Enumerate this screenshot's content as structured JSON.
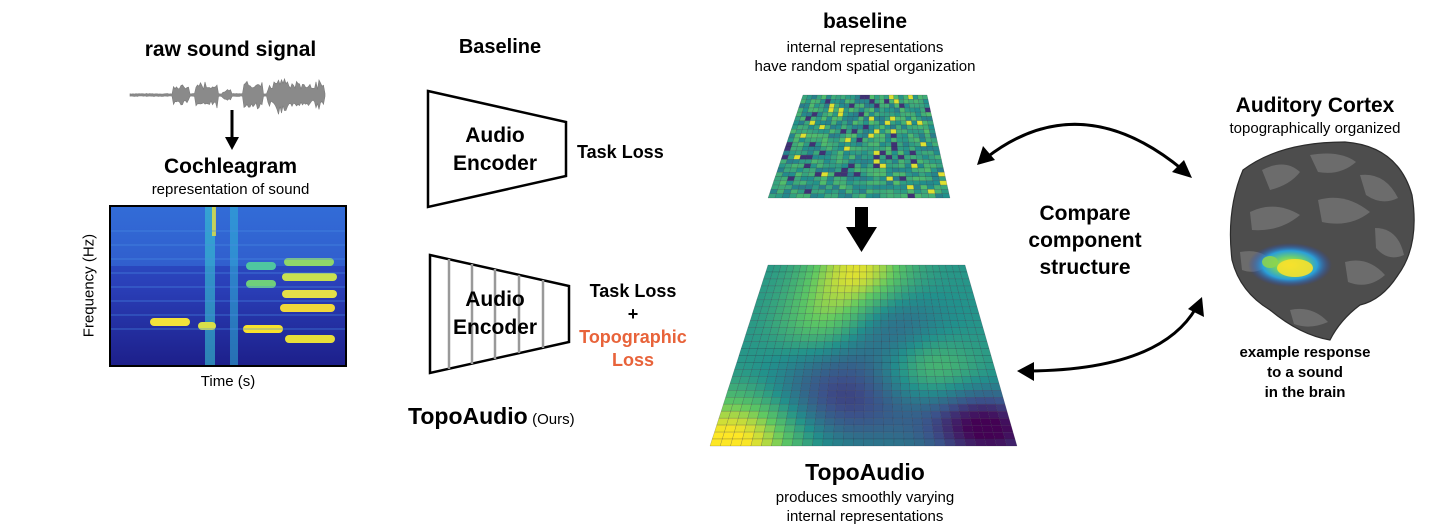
{
  "left": {
    "raw_title": "raw sound signal",
    "cochleagram_title": "Cochleagram",
    "cochleagram_sub": "representation of sound",
    "freq_label": "Frequency (Hz)",
    "time_label": "Time (s)"
  },
  "models": {
    "baseline_title": "Baseline",
    "encoder_line1": "Audio",
    "encoder_line2": "Encoder",
    "task_loss": "Task Loss",
    "task_loss_2": "Task Loss",
    "plus": "+",
    "topo_loss_line1": "Topographic",
    "topo_loss_line2": "Loss",
    "topo_name": "TopoAudio",
    "topo_ours": "(Ours)"
  },
  "maps": {
    "baseline_title": "baseline",
    "baseline_sub1": "internal representations",
    "baseline_sub2": "have random spatial organization",
    "topo_title": "TopoAudio",
    "topo_sub1": "produces smoothly varying",
    "topo_sub2": "internal representations"
  },
  "compare": {
    "line1": "Compare",
    "line2": "component",
    "line3": "structure"
  },
  "cortex": {
    "title": "Auditory Cortex",
    "sub": "topographically organized",
    "resp1": "example response",
    "resp2": "to a sound",
    "resp3": "in the brain"
  },
  "colors": {
    "topo_loss": "#e8633a",
    "viridis_dark": "#2a1d8f",
    "viridis_mid": "#25a5c4",
    "viridis_yellow": "#f7e12c",
    "brain_gray": "#4a4a4a"
  }
}
